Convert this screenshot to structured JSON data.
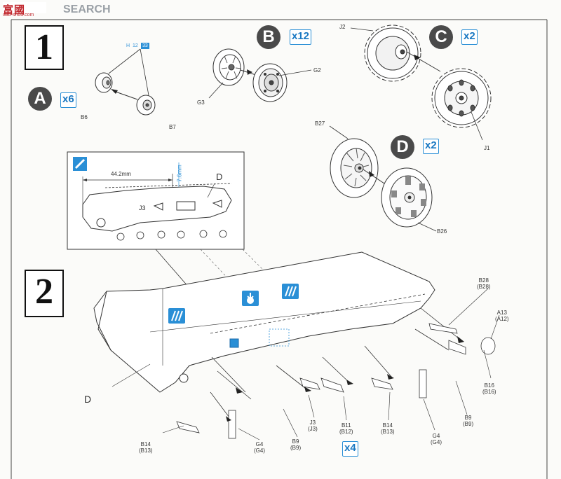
{
  "watermark": {
    "brand": "SEARCH",
    "site": "oao-shou.com"
  },
  "steps": {
    "step1": "1",
    "step2": "2"
  },
  "assemblies": {
    "A": {
      "letter": "A",
      "count": "x6"
    },
    "B": {
      "letter": "B",
      "count": "x12"
    },
    "C": {
      "letter": "C",
      "count": "x2"
    },
    "D": {
      "letter": "D",
      "count": "x2"
    }
  },
  "tags": {
    "h": "H",
    "n12": "12",
    "n33": "33"
  },
  "parts1": {
    "b6": "B6",
    "b7": "B7",
    "g2": "G2",
    "g3": "G3",
    "j1": "J1",
    "j2": "J2",
    "b26": "B26",
    "b27": "B27"
  },
  "detail": {
    "dim_h": "44.2mm",
    "dim_v": "7.6mm",
    "part": "J3",
    "side": "D"
  },
  "parts2": {
    "b28": {
      "main": "B28",
      "sub": "(B28)"
    },
    "a13": {
      "main": "A13",
      "sub": "(A12)"
    },
    "b16": {
      "main": "B16",
      "sub": "(B16)"
    },
    "b9r": {
      "main": "B9",
      "sub": "(B9)"
    },
    "g4r": {
      "main": "G4",
      "sub": "(G4)"
    },
    "b14r": {
      "main": "B14",
      "sub": "(B13)"
    },
    "b11": {
      "main": "B11",
      "sub": "(B12)"
    },
    "j3": {
      "main": "J3",
      "sub": "(J3)"
    },
    "b9l": {
      "main": "B9",
      "sub": "(B9)"
    },
    "g4l": {
      "main": "G4",
      "sub": "(G4)"
    },
    "b14l": {
      "main": "B14",
      "sub": "(B13)"
    },
    "d": "D"
  },
  "count_step2": "x4",
  "colors": {
    "accent": "#2a8fd6",
    "dark_circle": "#4a4a4a",
    "line": "#333333"
  },
  "icons": [
    "paint-brush-icon",
    "glue-icon",
    "drill-hole-icon",
    "hatch-cement-icon"
  ]
}
